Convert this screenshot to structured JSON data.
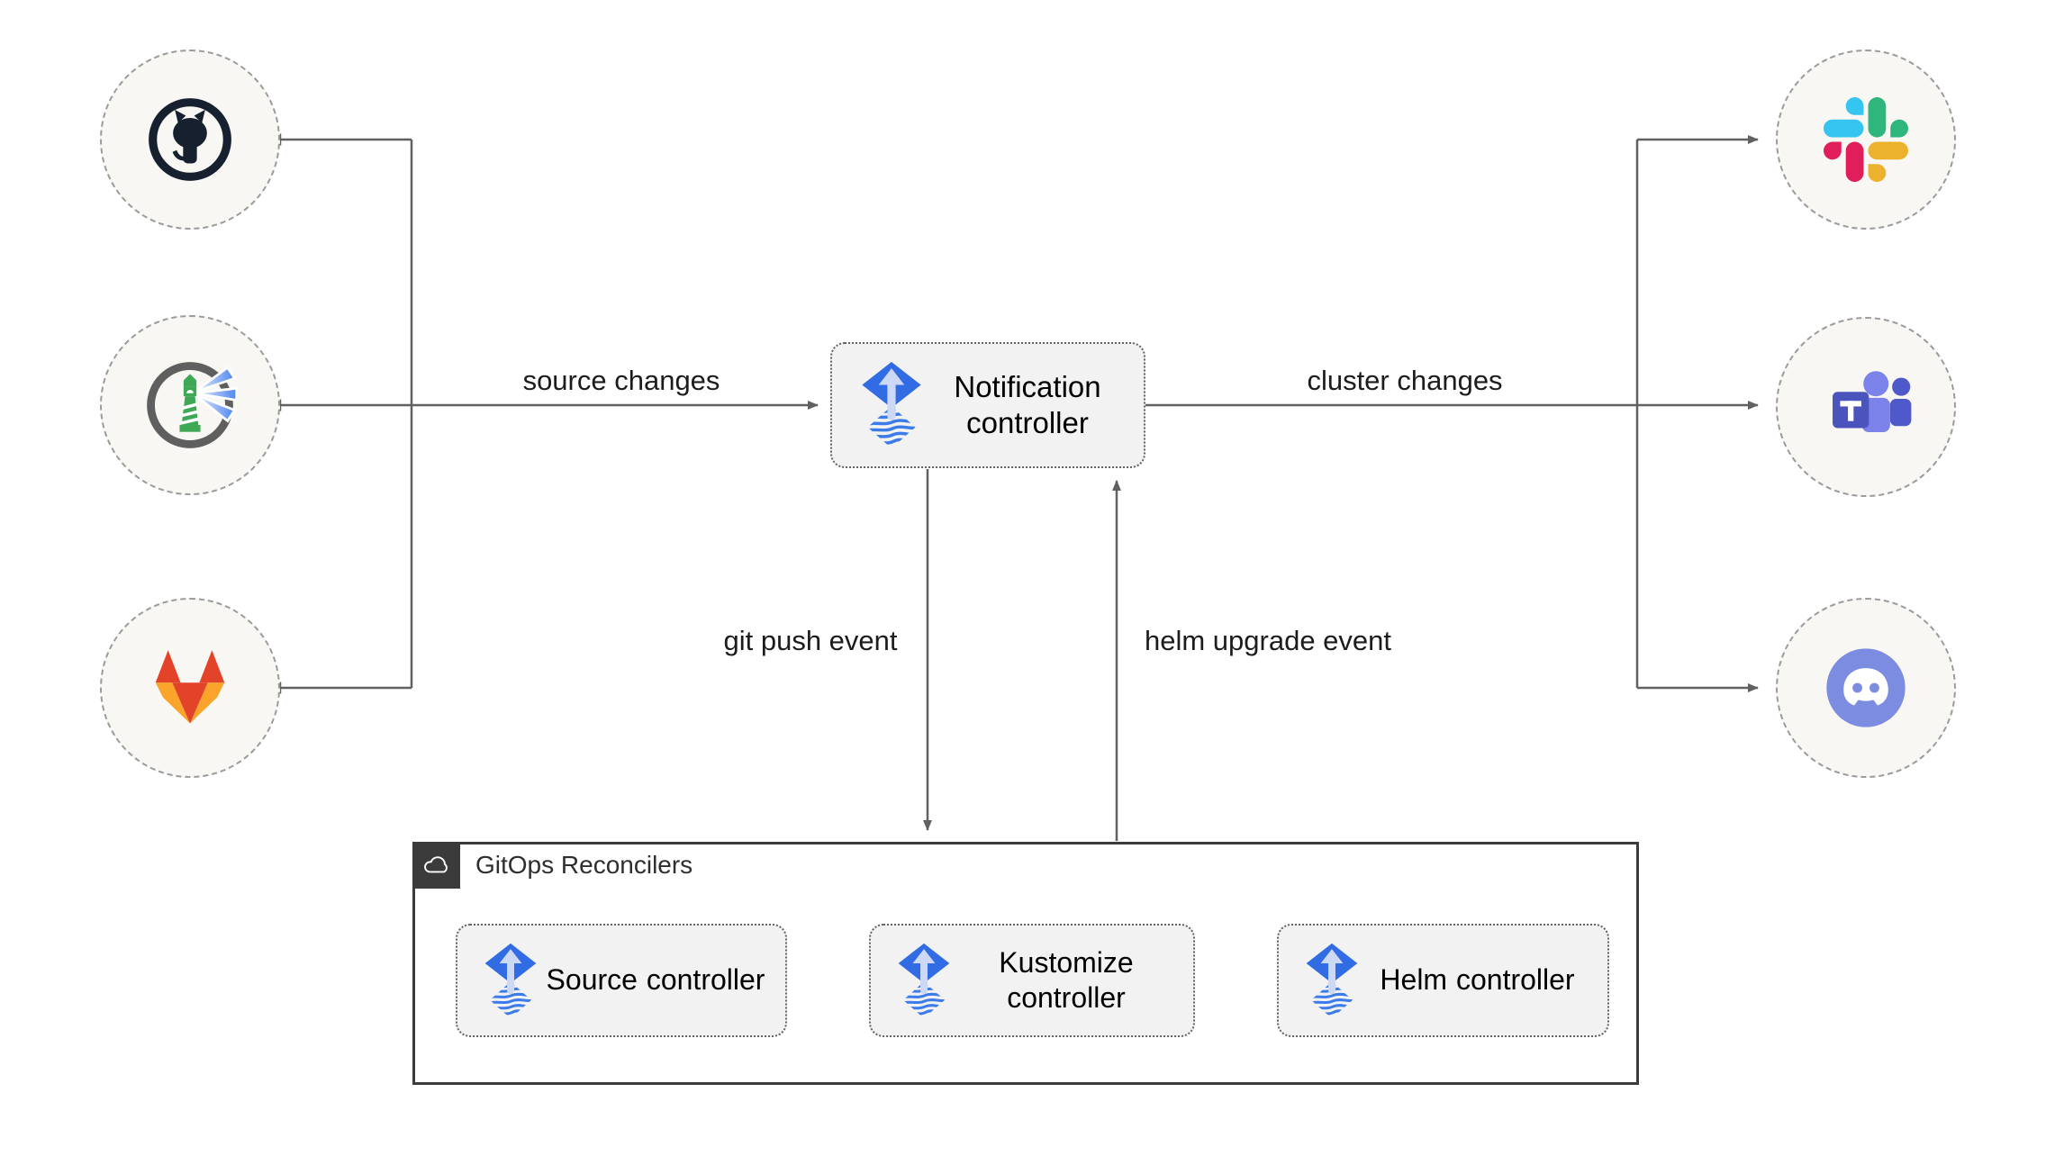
{
  "diagram": {
    "edge_labels": {
      "source_changes": "source changes",
      "cluster_changes": "cluster changes",
      "git_push_event": "git push event",
      "helm_upgrade_event": "helm upgrade event"
    },
    "nodes": {
      "notification": "Notification controller",
      "source": "Source controller",
      "kustomize": "Kustomize controller",
      "helm": "Helm controller"
    },
    "group": {
      "title": "GitOps Reconcilers",
      "icon": "cloud-icon"
    },
    "source_icons": [
      {
        "icon": "github-icon"
      },
      {
        "icon": "harbor-icon"
      },
      {
        "icon": "gitlab-icon"
      }
    ],
    "notifier_icons": [
      {
        "icon": "slack-icon"
      },
      {
        "icon": "teams-icon"
      },
      {
        "icon": "discord-icon"
      }
    ],
    "node_icon": "flux-icon",
    "colors": {
      "flux_blue": "#316CE4",
      "line_gray": "#616161",
      "node_fill": "#F2F2F2",
      "circle_fill": "#F8F7F4",
      "container_border": "#3B3B3B",
      "github_dark": "#16202E",
      "harbor_green": "#3FA857",
      "harbor_beam_blue": "#4F86F0",
      "gitlab_red": "#E24329",
      "gitlab_orange": "#FBA42C",
      "slack_blue": "#36C5F0",
      "slack_green": "#2EB67D",
      "slack_yellow": "#ECB22E",
      "slack_red": "#E01E5A",
      "teams_purple": "#4B53BC",
      "teams_light_purple": "#7B83EB",
      "discord_blurple": "#7B8CE1"
    }
  }
}
